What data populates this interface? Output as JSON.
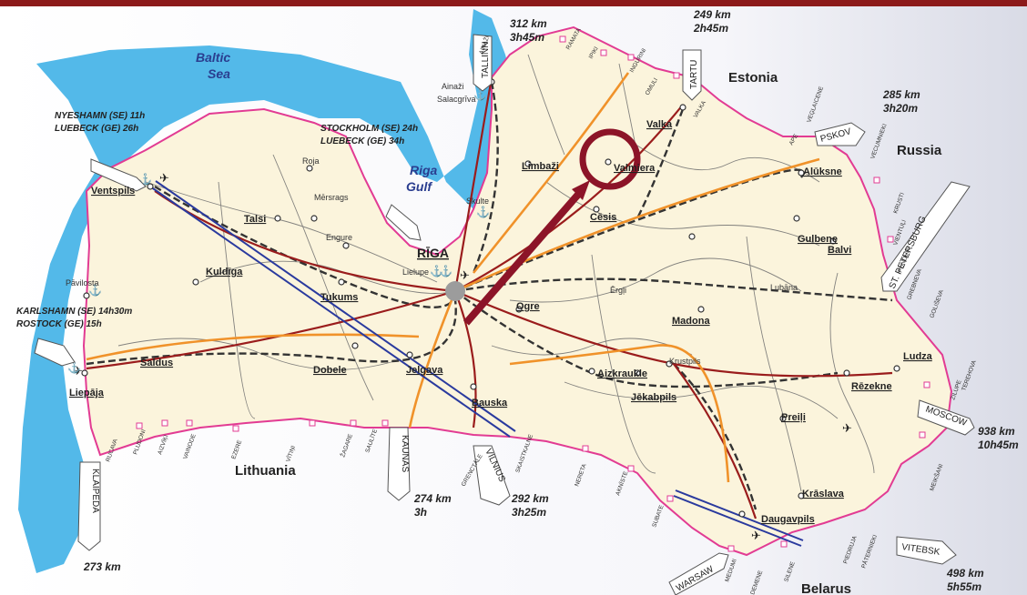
{
  "countries": {
    "estonia": "Estonia",
    "russia": "Russia",
    "lithuania": "Lithuania",
    "belarus": "Belarus"
  },
  "seas": {
    "baltic_1": "Baltic",
    "baltic_2": "Sea",
    "riga_1": "Riga",
    "riga_2": "Gulf"
  },
  "signs": {
    "tallinn": "TALLINN",
    "tartu": "TARTU",
    "pskov": "PSKOV",
    "st_petersburg": "ST. PETERSBURG",
    "moscow": "MOSCOW",
    "vitebsk": "VITEBSK",
    "warsaw": "WARSAW",
    "vilnius": "VILNIUS",
    "kaunas": "KAUNAS",
    "klaipeda": "KLAIPEDA"
  },
  "ferries": {
    "nyeshamn": "NYESHAMN (SE)  11h",
    "luebeck_w": "LUEBECK (GE)  26h",
    "stockholm": "STOCKHOLM (SE)  24h",
    "luebeck_r": "LUEBECK (GE)  34h",
    "karlshamn": "KARLSHAMN (SE)  14h30m",
    "rostock": "ROSTOCK (GE)       15h"
  },
  "cities": [
    {
      "name": "Ventspils",
      "underline": true
    },
    {
      "name": "Talsi",
      "underline": true
    },
    {
      "name": "Roja",
      "underline": false
    },
    {
      "name": "Mērsrags",
      "underline": false
    },
    {
      "name": "Engure",
      "underline": false
    },
    {
      "name": "Kuldīga",
      "underline": true
    },
    {
      "name": "Tukums",
      "underline": true
    },
    {
      "name": "Pāvilosta",
      "underline": false
    },
    {
      "name": "Saldus",
      "underline": true
    },
    {
      "name": "Dobele",
      "underline": true
    },
    {
      "name": "Jelgava",
      "underline": true
    },
    {
      "name": "Liepāja",
      "underline": true
    },
    {
      "name": "Bauska",
      "underline": true
    },
    {
      "name": "RĪGA",
      "underline": true
    },
    {
      "name": "Lielupe",
      "underline": false
    },
    {
      "name": "Ogre",
      "underline": true
    },
    {
      "name": "Ainaži",
      "underline": false
    },
    {
      "name": "Salacgrīva",
      "underline": false
    },
    {
      "name": "Skulte",
      "underline": false
    },
    {
      "name": "Limbaži",
      "underline": true
    },
    {
      "name": "Valmiera",
      "underline": true
    },
    {
      "name": "Cēsis",
      "underline": true
    },
    {
      "name": "Valka",
      "underline": true
    },
    {
      "name": "Alūksne",
      "underline": true
    },
    {
      "name": "Gulbene",
      "underline": true
    },
    {
      "name": "Balvi",
      "underline": true
    },
    {
      "name": "Ērgļi",
      "underline": false
    },
    {
      "name": "Madona",
      "underline": true
    },
    {
      "name": "Lubāna",
      "underline": false
    },
    {
      "name": "Aizkraukle",
      "underline": true
    },
    {
      "name": "Krustpils",
      "underline": false
    },
    {
      "name": "Jēkabpils",
      "underline": true
    },
    {
      "name": "Preiļi",
      "underline": true
    },
    {
      "name": "Rēzekne",
      "underline": true
    },
    {
      "name": "Ludza",
      "underline": true
    },
    {
      "name": "Krāslava",
      "underline": true
    },
    {
      "name": "Daugavpils",
      "underline": true
    }
  ],
  "border_posts": [
    "RUCAVA",
    "PLUDONI",
    "AIZVĪĶI",
    "VAINODE",
    "EZERE",
    "VĪTIŅI",
    "ŽAGARE",
    "SAULĪTE",
    "GRENCTĀLE",
    "SKAISTKALNE",
    "NERETA",
    "AKNĪSTE",
    "SUBATE",
    "MEDUMI",
    "DEMENE",
    "SILENE",
    "PIEDRUJA",
    "PĀTERNIEKI",
    "MEIKŠANI",
    "TEREHOVA",
    "ZILUPE",
    "GOLIŠEVA",
    "GREBNEVA",
    "PUNDURI",
    "VIENTUĻI",
    "KRUSTI",
    "VECUMNIEKI",
    "APE",
    "VEĢLAICENE",
    "VALKA",
    "OMULI",
    "INGURINI",
    "IPIKI",
    "RAMATA",
    "AINAŽI"
  ],
  "distances": [
    {
      "line1": "312 km",
      "line2": "3h45m"
    },
    {
      "line1": "249 km",
      "line2": "2h45m"
    },
    {
      "line1": "285 km",
      "line2": "3h20m"
    },
    {
      "line1": "938 km",
      "line2": "10h45m"
    },
    {
      "line1": "498 km",
      "line2": "5h55m"
    },
    {
      "line1": "274 km",
      "line2": "3h"
    },
    {
      "line1": "292 km",
      "line2": "3h25m"
    },
    {
      "line1": "273 km",
      "line2": ""
    }
  ],
  "colors": {
    "border": "#e23b93",
    "sea": "#4ab5e8",
    "land": "#fbf4dc",
    "main_road": "#9a1c1c",
    "national_road": "#f0922a",
    "highlight": "#8c1428",
    "corridor": "#2a3a9e"
  }
}
